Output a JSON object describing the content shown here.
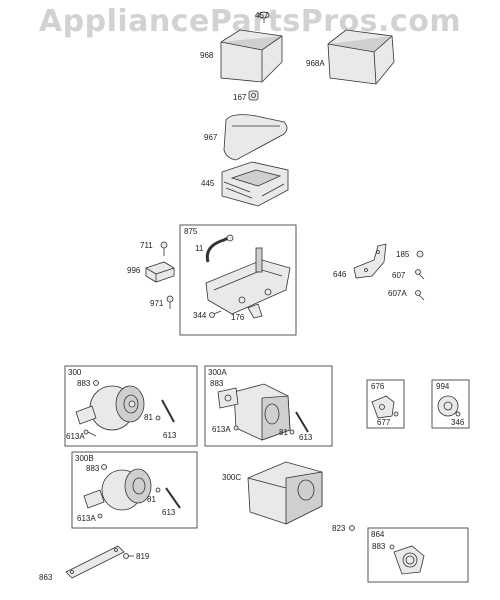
{
  "watermark": "AppliancePartsPros.com",
  "labels": {
    "l457": "457",
    "l968": "968",
    "l968A": "968A",
    "l167": "167",
    "l967": "967",
    "l445": "445",
    "l875": "875",
    "l11": "11",
    "l711": "711",
    "l996": "996",
    "l971": "971",
    "l344": "344",
    "l176": "176",
    "l185": "185",
    "l646": "646",
    "l607": "607",
    "l607A": "607A",
    "l300": "300",
    "l883a": "883",
    "l81a": "81",
    "l613Aa": "613A",
    "l613a": "613",
    "l300A": "300A",
    "l883b": "883",
    "l613Ab": "613A",
    "l81b": "81",
    "l613b": "613",
    "l676": "676",
    "l677": "677",
    "l994": "994",
    "l346": "346",
    "l300B": "300B",
    "l883c": "883",
    "l81c": "81",
    "l613Ac": "613A",
    "l613c": "613",
    "l300C": "300C",
    "l823": "823",
    "l864": "864",
    "l883d": "883",
    "l819": "819",
    "l863": "863"
  }
}
